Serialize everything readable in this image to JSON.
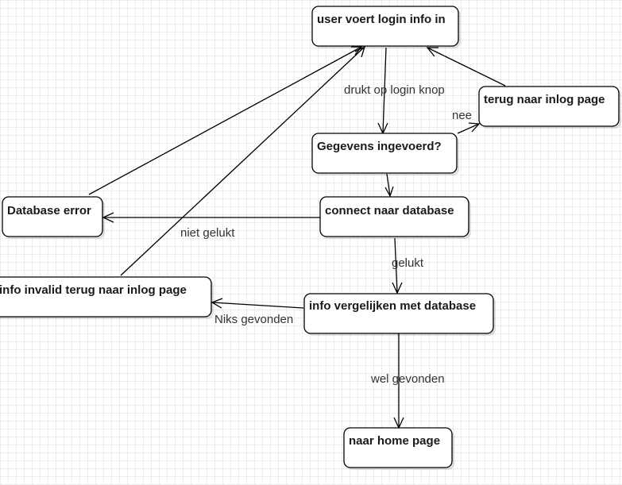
{
  "diagram": {
    "nodes": {
      "login": "user voert login info in",
      "terug": "terug naar inlog page",
      "gegevens": "Gegevens ingevoerd?",
      "dberror": "Database error",
      "connect": "connect naar database",
      "invalid": "info invalid terug naar inlog page",
      "vergelijk": "info vergelijken met database",
      "home": "naar home page"
    },
    "labels": {
      "drukt": "drukt op login knop",
      "nee": "nee",
      "niet_gelukt": "niet gelukt",
      "gelukt": "gelukt",
      "niks": "Niks gevonden",
      "wel": "wel gevonden"
    }
  }
}
